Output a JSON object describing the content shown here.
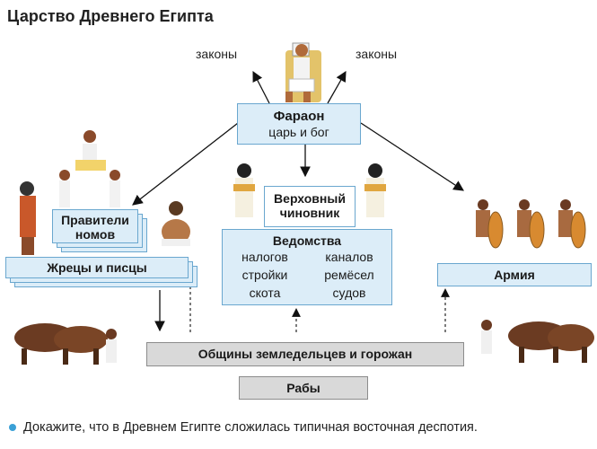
{
  "title": "Царство Древнего Египта",
  "laws_left": "законы",
  "laws_right": "законы",
  "pharaoh": {
    "title": "Фараон",
    "subtitle": "царь и бог"
  },
  "vizier": {
    "line1": "Верховный",
    "line2": "чиновник"
  },
  "rulers": {
    "line1": "Правители",
    "line2": "номов"
  },
  "priests": "Жрецы и писцы",
  "departments": {
    "title": "Ведомства",
    "items": [
      "налогов",
      "каналов",
      "стройки",
      "ремёсел",
      "скота",
      "судов"
    ]
  },
  "army": "Армия",
  "communities": "Общины земледельцев и горожан",
  "slaves": "Рабы",
  "question": "Докажите, что в Древнем Египте сложилась типичная восточная деспотия.",
  "colors": {
    "box_fill": "#dcedf8",
    "box_border": "#6aa7cf",
    "grey_fill": "#d9d9d9",
    "accent": "#3aa0d6"
  }
}
